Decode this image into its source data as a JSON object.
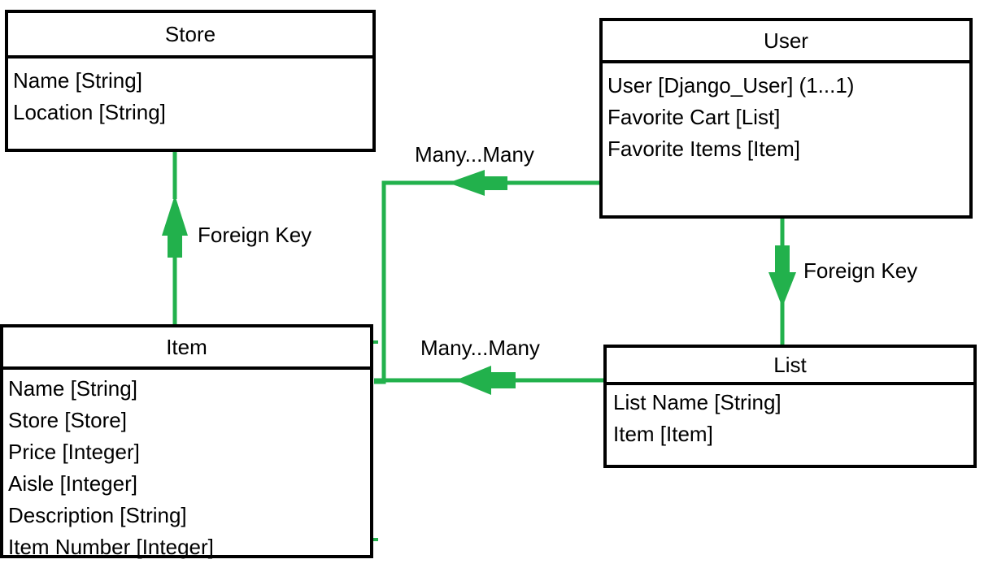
{
  "colors": {
    "relationship": "#22b14c",
    "border": "#000000",
    "background": "#ffffff"
  },
  "entities": {
    "store": {
      "title": "Store",
      "fields": [
        "Name [String]",
        "Location [String]"
      ]
    },
    "user": {
      "title": "User",
      "fields": [
        "User [Django_User] (1...1)",
        "Favorite Cart [List]",
        "Favorite Items [Item]"
      ]
    },
    "item": {
      "title": "Item",
      "fields": [
        "Name [String]",
        "Store [Store]",
        "Price [Integer]",
        "Aisle [Integer]",
        "Description [String]",
        "Item Number [Integer]"
      ]
    },
    "list": {
      "title": "List",
      "fields": [
        "List Name [String]",
        "Item [Item]"
      ]
    }
  },
  "relationships": {
    "item_store": {
      "label": "Foreign Key"
    },
    "user_list": {
      "label": "Foreign Key"
    },
    "user_item": {
      "label": "Many...Many"
    },
    "list_item": {
      "label": "Many...Many"
    }
  }
}
